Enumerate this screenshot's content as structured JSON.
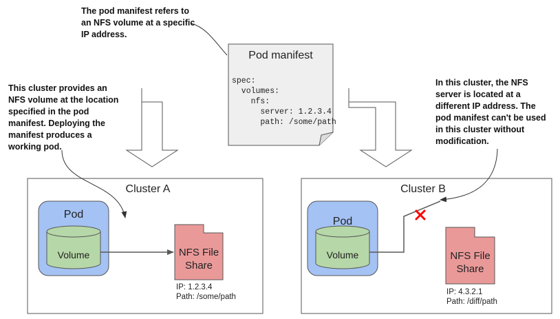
{
  "annotations": {
    "top": "The pod manifest refers to\nan NFS volume at a specific\nIP address.",
    "left": "This cluster provides an\nNFS volume at the location\nspecified in the pod\nmanifest. Deploying the\nmanifest produces a\nworking pod.",
    "right": "In this cluster, the NFS\nserver is located at a\ndifferent IP address. The\npod manifest can't be used\nin this cluster without\nmodification."
  },
  "manifest": {
    "title": "Pod manifest",
    "code": "spec:\n  volumes:\n    nfs:\n      server: 1.2.3.4\n      path: /some/path"
  },
  "cluster_a": {
    "title": "Cluster A",
    "pod_label": "Pod",
    "volume_label": "Volume",
    "nfs_label": "NFS File\nShare",
    "ip": "IP: 1.2.3.4",
    "path": "Path: /some/path"
  },
  "cluster_b": {
    "title": "Cluster B",
    "pod_label": "Pod",
    "volume_label": "Volume",
    "nfs_label": "NFS File\nShare",
    "ip": "IP: 4.3.2.1",
    "path": "Path: /diff/path"
  },
  "colors": {
    "pod_fill": "#a4c2f4",
    "volume_fill": "#b6d7a8",
    "nfs_fill": "#ea9999",
    "cross": "#ff0000"
  }
}
